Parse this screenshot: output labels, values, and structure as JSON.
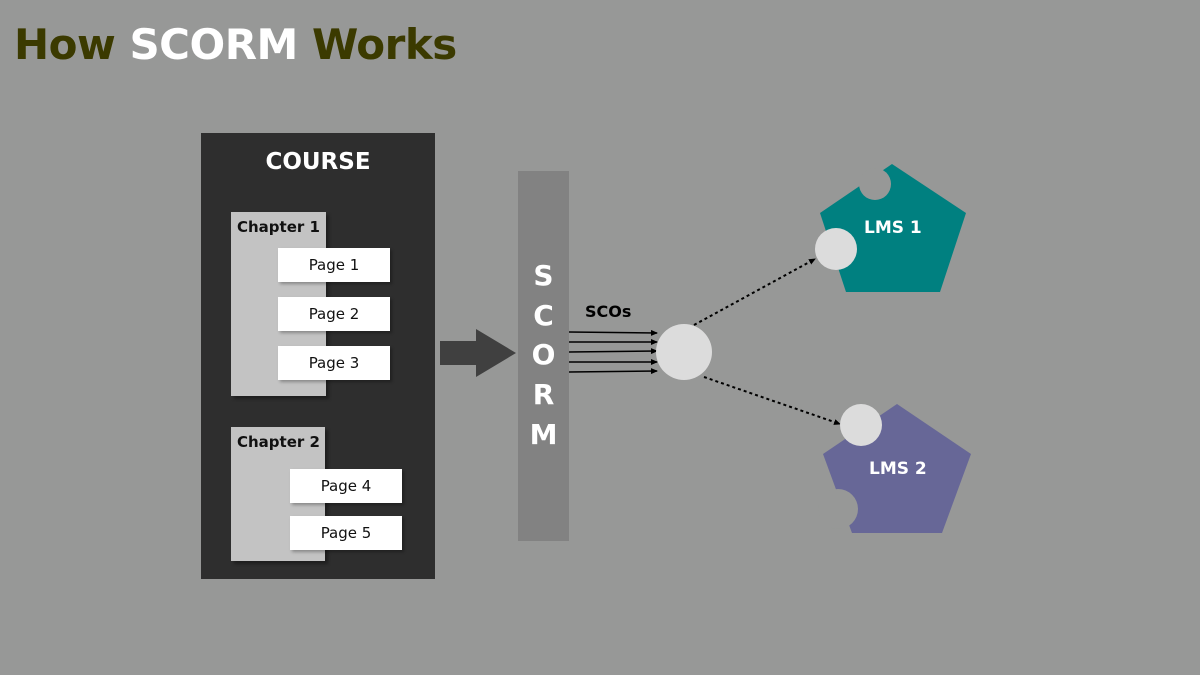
{
  "title": {
    "part1": "How ",
    "highlight": "SCORM",
    "part2": " Works"
  },
  "course": {
    "title": "COURSE",
    "chapters": [
      {
        "label": "Chapter 1",
        "pages": [
          "Page 1",
          "Page 2",
          "Page 3"
        ]
      },
      {
        "label": "Chapter 2",
        "pages": [
          "Page 4",
          "Page 5"
        ]
      }
    ]
  },
  "scorm": {
    "letters": [
      "S",
      "C",
      "O",
      "R",
      "M"
    ]
  },
  "scos_label": "SCOs",
  "lms": [
    {
      "label": "LMS 1",
      "color": "#008080"
    },
    {
      "label": "LMS 2",
      "color": "#676797"
    }
  ],
  "colors": {
    "background": "#979897",
    "title_text": "#3b3a00",
    "title_highlight": "#ffffff",
    "course_panel": "#2e2e2e",
    "chapter_panel": "#c3c3c3",
    "scorm_bar": "#828282",
    "connector_circle": "#dcdcdc"
  }
}
